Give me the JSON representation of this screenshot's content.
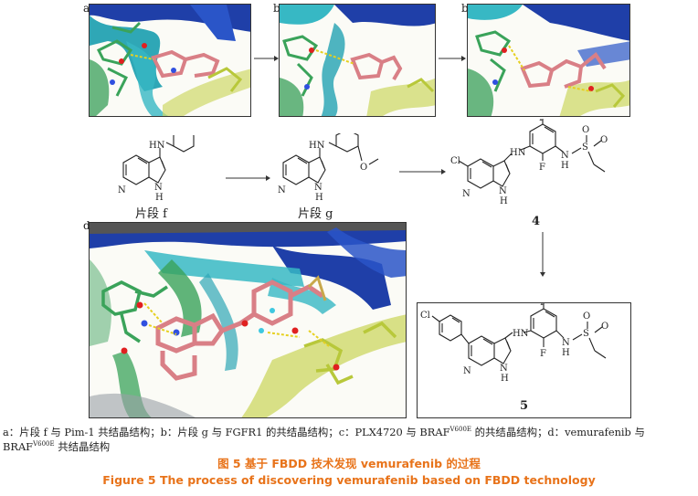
{
  "panels": {
    "a": {
      "label": "a"
    },
    "b1": {
      "label": "b"
    },
    "b2": {
      "label": "b"
    },
    "d": {
      "label": "d"
    }
  },
  "molecules": {
    "f": {
      "name": "片段 f"
    },
    "g": {
      "name": "片段 g"
    },
    "c4": {
      "number": "4"
    },
    "c5": {
      "number": "5"
    }
  },
  "atoms": {
    "HN": "HN",
    "N": "N",
    "H": "H",
    "O": "O",
    "F": "F",
    "Cl": "Cl",
    "S": "S"
  },
  "caption": {
    "note_part1": "a：片段 f 与 Pim-1 共结晶结构；b：片段 g 与 FGFR1 的共结晶结构；c：PLX4720 与 BRAF",
    "note_sup1": "V600E",
    "note_part2": " 的共结晶结构；d：vemurafenib 与",
    "note_part3": "BRAF",
    "note_sup2": "V600E",
    "note_part4": " 共结晶结构",
    "title_cn": "图 5  基于 FBDD 技术发现 vemurafenib 的过程",
    "title_en": "Figure 5  The process of discovering vemurafenib based on FBDD technology"
  },
  "colors": {
    "caption_accent": "#e8731a",
    "protein_blue": "#1f3fa8",
    "protein_cyan": "#37b8c4",
    "ligand_pink": "#d97f86",
    "residue_green": "#3aa35a",
    "residue_yellow": "#c8d84a"
  }
}
